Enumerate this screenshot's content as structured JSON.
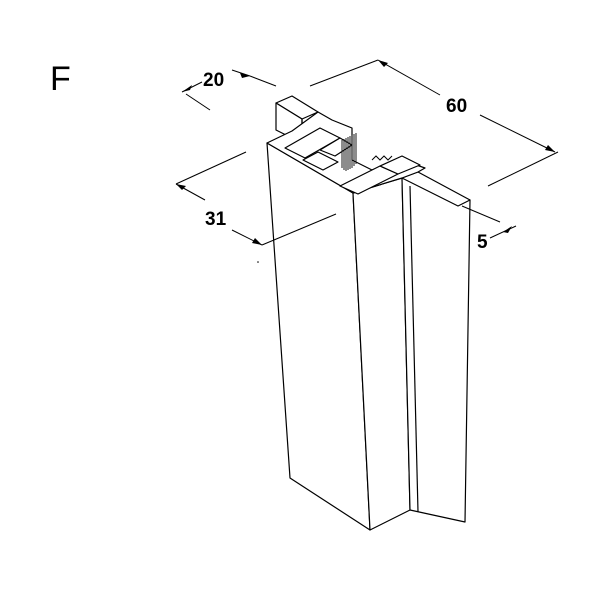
{
  "panel_label": "F",
  "dimensions": {
    "width_flange": "20",
    "overall_width": "60",
    "depth": "31",
    "thickness": "5"
  },
  "colors": {
    "line": "#000000",
    "background": "#ffffff",
    "brush": "#1a1a1a"
  }
}
